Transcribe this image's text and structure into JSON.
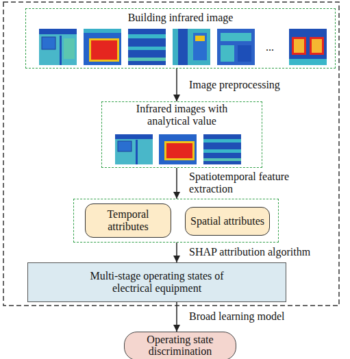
{
  "diagram": {
    "nodes": [
      {
        "text": [
          "Building infrared image"
        ]
      },
      {
        "text": [
          "Infrared images with analytical value"
        ]
      },
      {
        "text": []
      },
      {
        "text": [
          "Temporal attributes"
        ],
        "in": 2
      },
      {
        "text": [
          "Spatial attributes"
        ],
        "in": 2
      },
      {
        "text": [
          "Multi-stage operating states of electrical equipment"
        ]
      },
      {
        "text": [
          "Operating state discrimination"
        ]
      }
    ],
    "edges": [
      {
        "from": 0,
        "to": 1,
        "label": "Image preprocessing",
        "arrow": "to"
      },
      {
        "from": 1,
        "to": 2,
        "label": "Spatiotemporal feature extraction",
        "arrow": "to"
      },
      {
        "from": 2,
        "to": 5,
        "label": "SHAP attribution algorithm",
        "arrow": "to"
      },
      {
        "from": 5,
        "to": 6,
        "label": "Broad learning model",
        "arrow": "to"
      }
    ],
    "labels": [
      "..."
    ]
  }
}
